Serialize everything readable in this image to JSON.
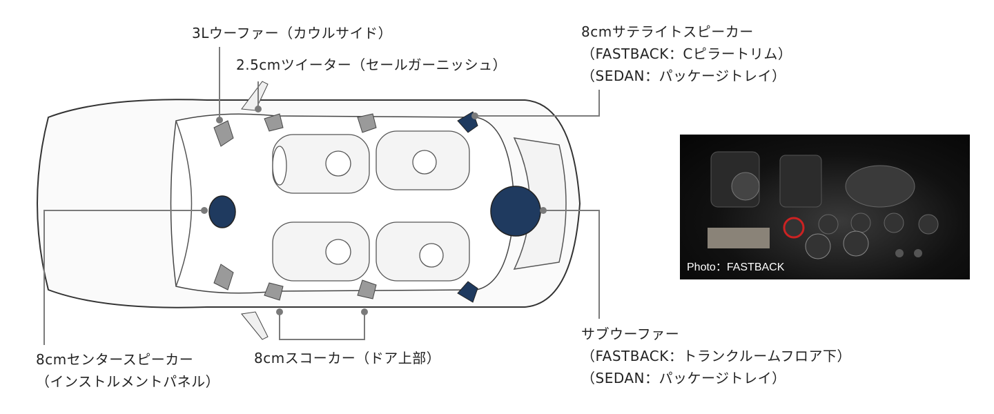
{
  "labels": {
    "woofer": "3Lウーファー（カウルサイド）",
    "tweeter": "2.5cmツイーター（セールガーニッシュ）",
    "satellite": [
      "8cmサテライトスピーカー",
      "（FASTBACK：Cピラートリム）",
      "（SEDAN：パッケージトレイ）"
    ],
    "center": [
      "8cmセンタースピーカー",
      "（インストルメントパネル）"
    ],
    "squawker": "8cmスコーカー（ドア上部）",
    "subwoofer": [
      "サブウーファー",
      "（FASTBACK：トランクルームフロア下）",
      "（SEDAN：パッケージトレイ）"
    ]
  },
  "photo": {
    "caption": "Photo：FASTBACK"
  },
  "colors": {
    "speaker": "#1f3a5f",
    "leader": "#7a7a7a",
    "outline": "#333333"
  }
}
